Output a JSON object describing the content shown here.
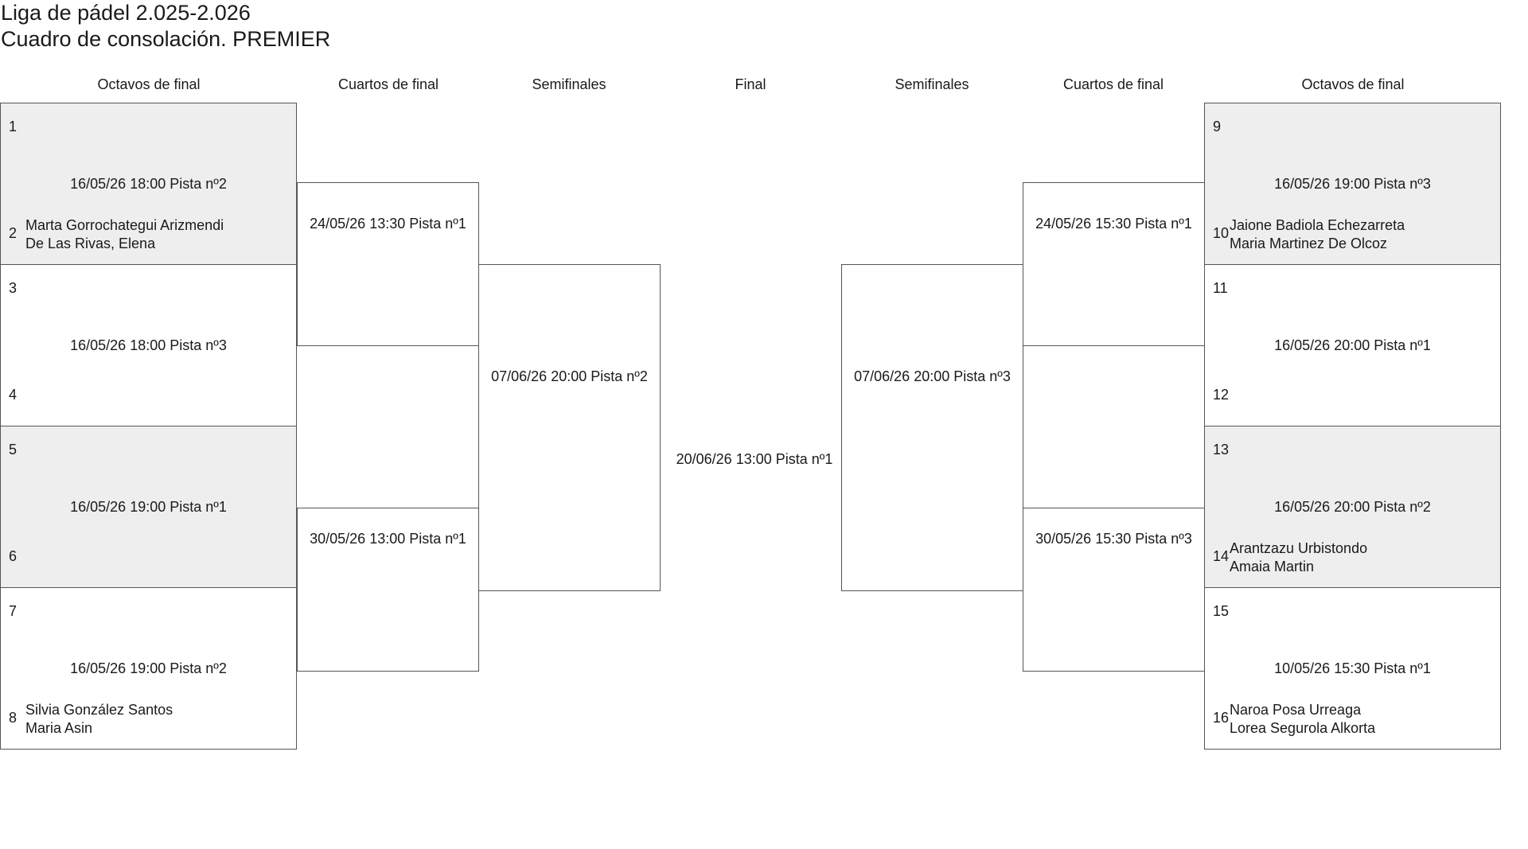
{
  "title": "Liga de pádel 2.025-2.026",
  "subtitle": "Cuadro de consolación. PREMIER",
  "column_headers": [
    "Octavos de final",
    "Cuartos de final",
    "Semifinales",
    "Final",
    "Semifinales",
    "Cuartos de final",
    "Octavos de final"
  ],
  "left": {
    "r16": [
      {
        "seed_top": "1",
        "seed_bottom": "2",
        "info": "16/05/26 18:00 Pista nº2",
        "team": [
          "Marta Gorrochategui Arizmendi",
          "De Las Rivas, Elena"
        ]
      },
      {
        "seed_top": "3",
        "seed_bottom": "4",
        "info": "16/05/26 18:00 Pista nº3",
        "team": [
          "",
          ""
        ]
      },
      {
        "seed_top": "5",
        "seed_bottom": "6",
        "info": "16/05/26 19:00 Pista nº1",
        "team": [
          "",
          ""
        ]
      },
      {
        "seed_top": "7",
        "seed_bottom": "8",
        "info": "16/05/26 19:00 Pista nº2",
        "team": [
          "Silvia González Santos",
          "Maria Asin"
        ]
      }
    ],
    "qf": [
      "24/05/26 13:30 Pista nº1",
      "30/05/26 13:00 Pista nº1"
    ],
    "sf": "07/06/26 20:00 Pista nº2"
  },
  "final": "20/06/26 13:00 Pista nº1",
  "right": {
    "r16": [
      {
        "seed_top": "9",
        "seed_bottom": "10",
        "info": "16/05/26 19:00 Pista nº3",
        "team": [
          "Jaione Badiola Echezarreta",
          "Maria Martinez De Olcoz"
        ]
      },
      {
        "seed_top": "11",
        "seed_bottom": "12",
        "info": "16/05/26 20:00 Pista nº1",
        "team": [
          "",
          ""
        ]
      },
      {
        "seed_top": "13",
        "seed_bottom": "14",
        "info": "16/05/26 20:00 Pista nº2",
        "team": [
          "Arantzazu Urbistondo",
          "Amaia Martin"
        ]
      },
      {
        "seed_top": "15",
        "seed_bottom": "16",
        "info": "10/05/26 15:30 Pista nº1",
        "team": [
          "Naroa Posa Urreaga",
          "Lorea Segurola Alkorta"
        ]
      }
    ],
    "qf": [
      "24/05/26 15:30 Pista nº1",
      "30/05/26 15:30 Pista nº3"
    ],
    "sf": "07/06/26 20:00 Pista nº3"
  }
}
